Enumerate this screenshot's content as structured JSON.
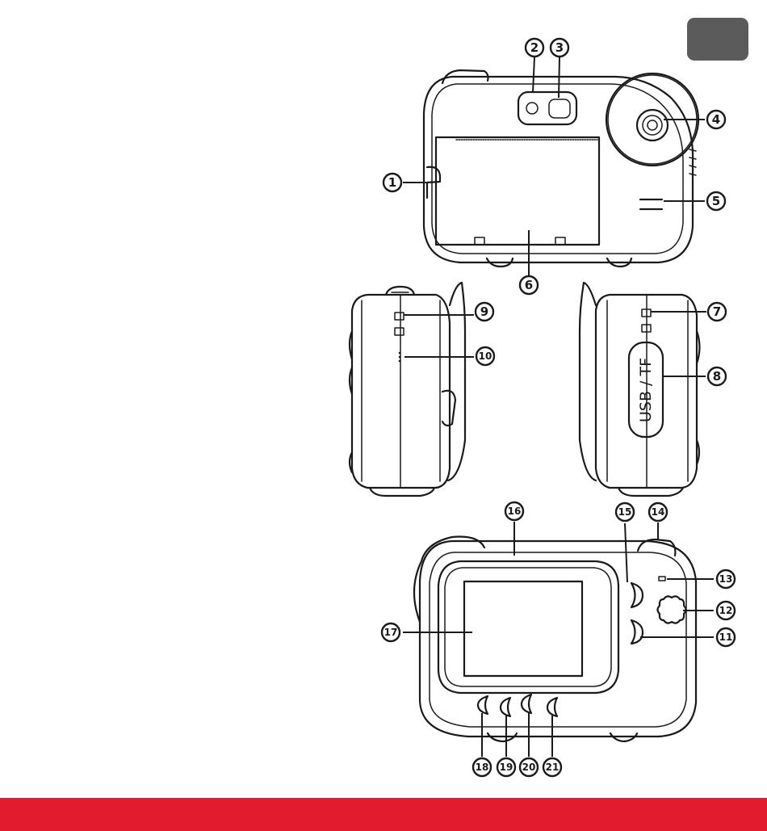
{
  "page_tab": {
    "color": "#5b5b5b"
  },
  "footer_bar": {
    "color": "#e31b2e"
  },
  "diagram": {
    "port_label": "USB / TF",
    "callouts": [
      {
        "label": "1"
      },
      {
        "label": "2"
      },
      {
        "label": "3"
      },
      {
        "label": "4"
      },
      {
        "label": "5"
      },
      {
        "label": "6"
      },
      {
        "label": "7"
      },
      {
        "label": "8"
      },
      {
        "label": "9"
      },
      {
        "label": "10"
      },
      {
        "label": "11"
      },
      {
        "label": "12"
      },
      {
        "label": "13"
      },
      {
        "label": "14"
      },
      {
        "label": "15"
      },
      {
        "label": "16"
      },
      {
        "label": "17"
      },
      {
        "label": "18"
      },
      {
        "label": "19"
      },
      {
        "label": "20"
      },
      {
        "label": "21"
      }
    ]
  }
}
